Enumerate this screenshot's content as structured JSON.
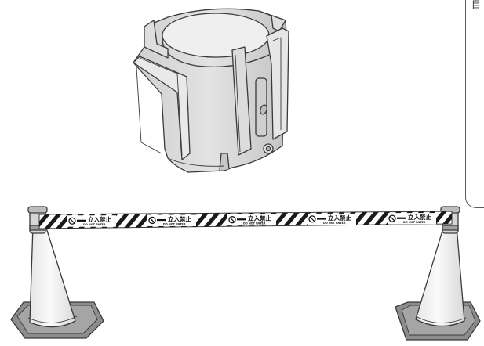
{
  "side_panel": {
    "glyph": "目"
  },
  "barrier_tape": {
    "segments": [
      {
        "jp": "立入禁止",
        "en": "DO NOT ENTER"
      },
      {
        "jp": "立入禁止",
        "en": "DO NOT ENTER"
      },
      {
        "jp": "立入禁止",
        "en": "DO NOT ENTER"
      },
      {
        "jp": "立入禁止",
        "en": "DO NOT ENTER"
      },
      {
        "jp": "立入禁止",
        "en": "DO NOT ENTER"
      }
    ]
  },
  "colors": {
    "line": "#3a3a3a",
    "part_fill": "#d8d8d8",
    "part_shadow": "#b9b9b9",
    "cone_fill": "#f2f2f2",
    "cone_base": "#8c8c8c",
    "tape_stripe": "#1a1a1a"
  }
}
